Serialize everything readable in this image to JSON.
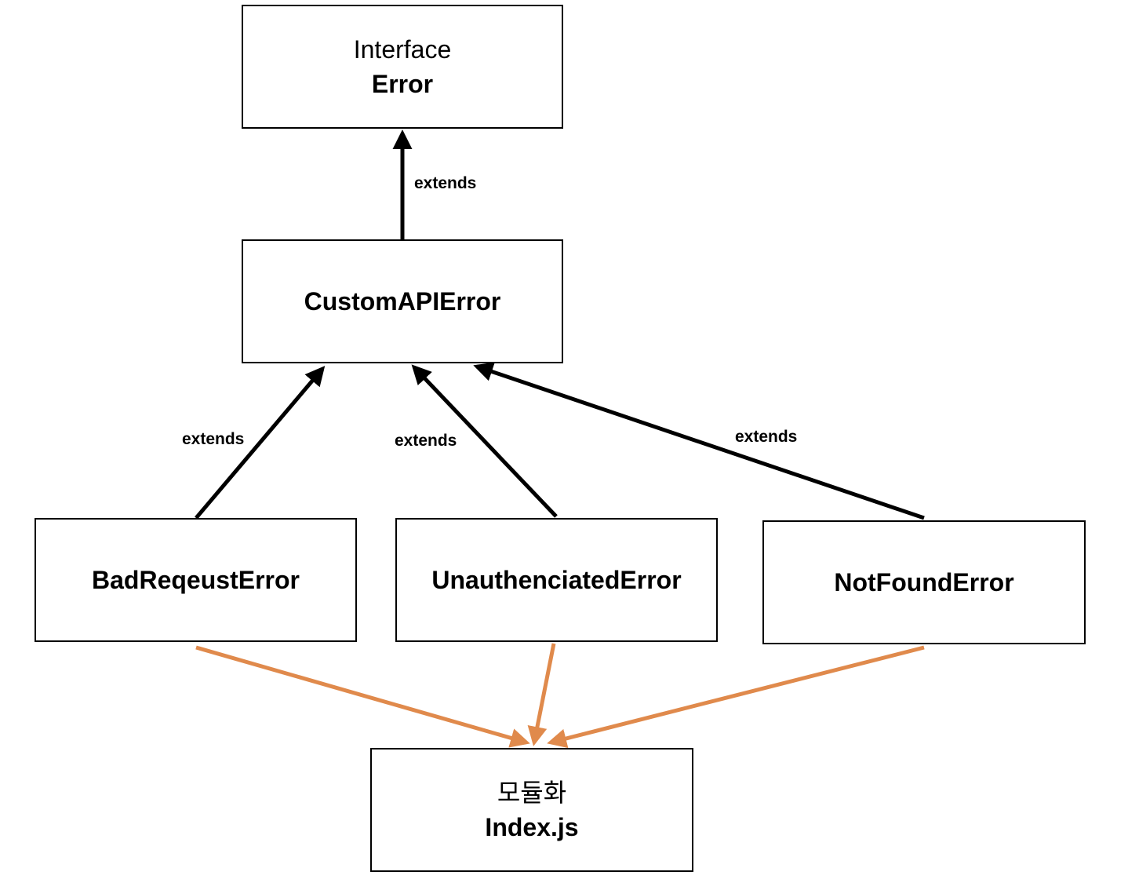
{
  "nodes": {
    "error": {
      "line1": "Interface",
      "line2": "Error"
    },
    "custom_api_error": {
      "label": "CustomAPIError"
    },
    "bad_request_error": {
      "label": "BadReqeustError"
    },
    "unauthenticated_error": {
      "label": "UnauthenciatedError"
    },
    "not_found_error": {
      "label": "NotFoundError"
    },
    "index": {
      "line1": "모듈화",
      "line2": "Index.js"
    }
  },
  "edges": {
    "extends_label": "extends"
  },
  "colors": {
    "inheritance_arrow": "#000000",
    "module_arrow": "#e08a4c"
  }
}
